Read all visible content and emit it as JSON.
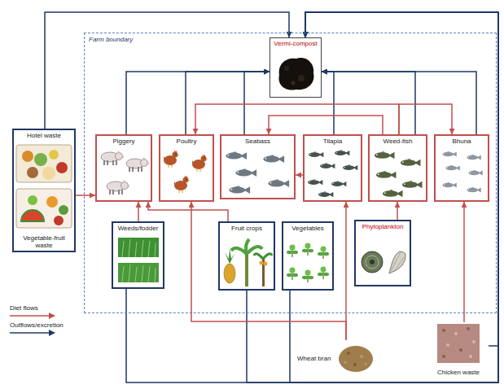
{
  "diagram": {
    "nodes": [
      {
        "text": [
          "Farm boundary"
        ]
      },
      {
        "text": [
          "Vermi-compost"
        ],
        "in": 0
      },
      {
        "text": [
          "Hotel waste",
          "Vegetable-fruit waste"
        ]
      },
      {
        "text": [
          "Piggery"
        ],
        "in": 0
      },
      {
        "text": [
          "Poultry"
        ],
        "in": 0
      },
      {
        "text": [
          "Seabass"
        ],
        "in": 0
      },
      {
        "text": [
          "Tilapia"
        ],
        "in": 0
      },
      {
        "text": [
          "Weed-fish"
        ],
        "in": 0
      },
      {
        "text": [
          "Bhuna"
        ],
        "in": 0
      },
      {
        "text": [
          "Weeds/fodder"
        ],
        "in": 0
      },
      {
        "text": [
          "Fruit crops"
        ],
        "in": 0
      },
      {
        "text": [
          "Vegetables"
        ],
        "in": 0
      },
      {
        "text": [
          "Phytoplankton"
        ],
        "in": 0
      },
      {
        "text": [
          "Wheat bran"
        ]
      },
      {
        "text": [
          "Chicken waste"
        ]
      }
    ],
    "edges": [
      {
        "from": 3,
        "to": 1,
        "arrow": "to"
      },
      {
        "from": 4,
        "to": 1,
        "arrow": "to"
      },
      {
        "from": 5,
        "to": 1,
        "arrow": "to"
      },
      {
        "from": 6,
        "to": 1,
        "arrow": "to"
      },
      {
        "from": 7,
        "to": 1,
        "arrow": "to"
      },
      {
        "from": 8,
        "to": 1,
        "arrow": "to"
      },
      {
        "from": 2,
        "to": 1,
        "arrow": "to"
      },
      {
        "from": 14,
        "to": 1,
        "arrow": "to"
      },
      {
        "from": 9,
        "to": 1,
        "arrow": "to"
      },
      {
        "from": 10,
        "to": 1,
        "arrow": "to"
      },
      {
        "from": 11,
        "to": 1,
        "arrow": "to"
      },
      {
        "from": 2,
        "to": 3,
        "arrow": "to"
      },
      {
        "from": 9,
        "to": 3,
        "arrow": "to"
      },
      {
        "from": 10,
        "to": 3,
        "arrow": "to"
      },
      {
        "from": 13,
        "to": 4,
        "arrow": "to"
      },
      {
        "from": 13,
        "to": 6,
        "arrow": "to"
      },
      {
        "from": 12,
        "to": 7,
        "arrow": "to"
      },
      {
        "from": 14,
        "to": 8,
        "arrow": "to"
      },
      {
        "from": 6,
        "to": 5,
        "arrow": "to"
      },
      {
        "from": 7,
        "to": 5,
        "arrow": "to"
      },
      {
        "from": 7,
        "to": 4,
        "arrow": "to"
      },
      {
        "from": 7,
        "to": 8,
        "arrow": "to"
      }
    ],
    "legend": [
      {
        "text": "Diet flows"
      },
      {
        "text": "Outflows/excretion"
      }
    ]
  }
}
